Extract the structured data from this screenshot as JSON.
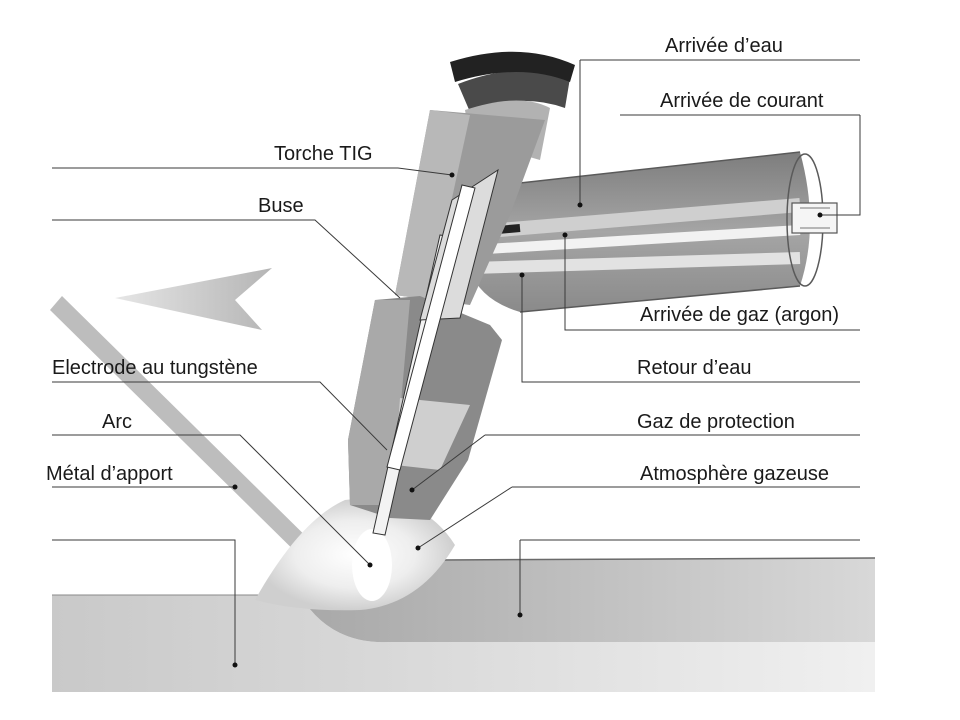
{
  "labels": {
    "arrivee_eau": "Arrivée d’eau",
    "arrivee_courant": "Arrivée de courant",
    "torche_tig": "Torche TIG",
    "buse": "Buse",
    "arrivee_gaz": "Arrivée de gaz (argon)",
    "electrode": "Electrode au tungstène",
    "retour_eau": "Retour d’eau",
    "arc": "Arc",
    "gaz_protection": "Gaz de protection",
    "metal_apport": "Métal d’apport",
    "atmosphere": "Atmosphère gazeuse"
  },
  "colors": {
    "torch_body": "#9a9a9a",
    "torch_dark": "#3a3a3a",
    "nozzle": "#8c8c8c",
    "gas_glow": "#e8e8e8",
    "workpiece": "#b8b8b8"
  }
}
